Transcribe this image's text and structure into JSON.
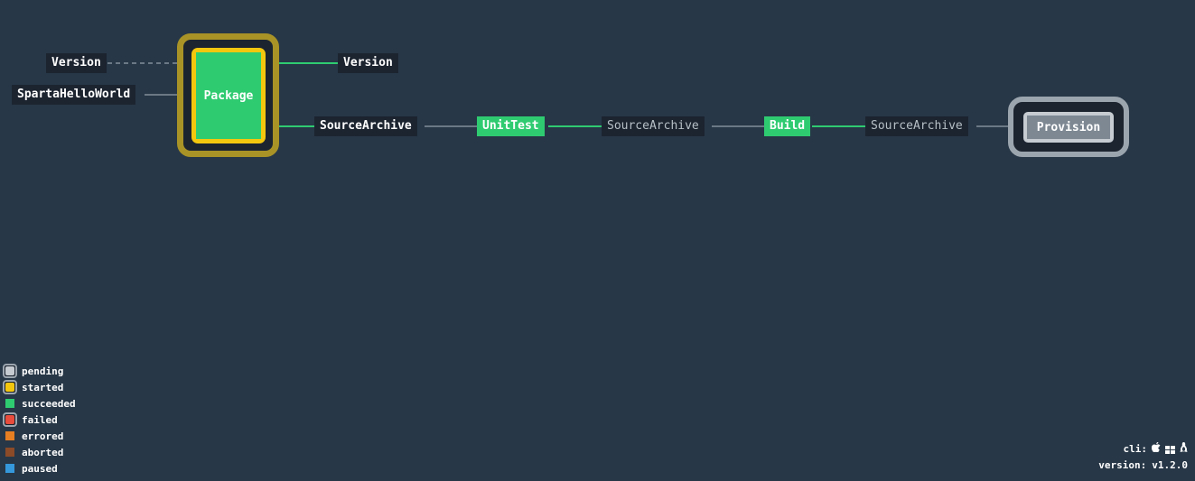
{
  "pipeline": {
    "jobs": {
      "package": {
        "name": "Package",
        "status": "started",
        "last_build": "succeeded"
      },
      "unit_test": {
        "name": "UnitTest",
        "status": "succeeded"
      },
      "build": {
        "name": "Build",
        "status": "succeeded"
      },
      "provision": {
        "name": "Provision",
        "status": "pending"
      }
    },
    "resources": {
      "version_in": {
        "name": "Version",
        "trigger": false
      },
      "sparta_hello_world": {
        "name": "SpartaHelloWorld"
      },
      "version_out": {
        "name": "Version"
      },
      "source_archive_1": {
        "name": "SourceArchive"
      },
      "source_archive_2": {
        "name": "SourceArchive"
      },
      "source_archive_3": {
        "name": "SourceArchive"
      }
    }
  },
  "legend": [
    {
      "label": "pending",
      "color": "#c5cbd0",
      "style": "outlined"
    },
    {
      "label": "started",
      "color": "#f4c70f",
      "style": "outlined"
    },
    {
      "label": "succeeded",
      "color": "#2fcb71",
      "style": "plain"
    },
    {
      "label": "failed",
      "color": "#e74c3c",
      "style": "outlined"
    },
    {
      "label": "errored",
      "color": "#e67e22",
      "style": "plain"
    },
    {
      "label": "aborted",
      "color": "#8b4a28",
      "style": "plain"
    },
    {
      "label": "paused",
      "color": "#3498db",
      "style": "plain"
    }
  ],
  "footer": {
    "cli_label": "cli:",
    "cli_icons": [
      "apple-icon",
      "windows-icon",
      "linux-icon"
    ],
    "version_label": "version:",
    "version_value": "v1.2.0"
  },
  "colors": {
    "background": "#273747",
    "resource_bg": "#1c2430",
    "succeeded_wire": "#2fcb71",
    "neutral_wire": "#6b7885"
  }
}
